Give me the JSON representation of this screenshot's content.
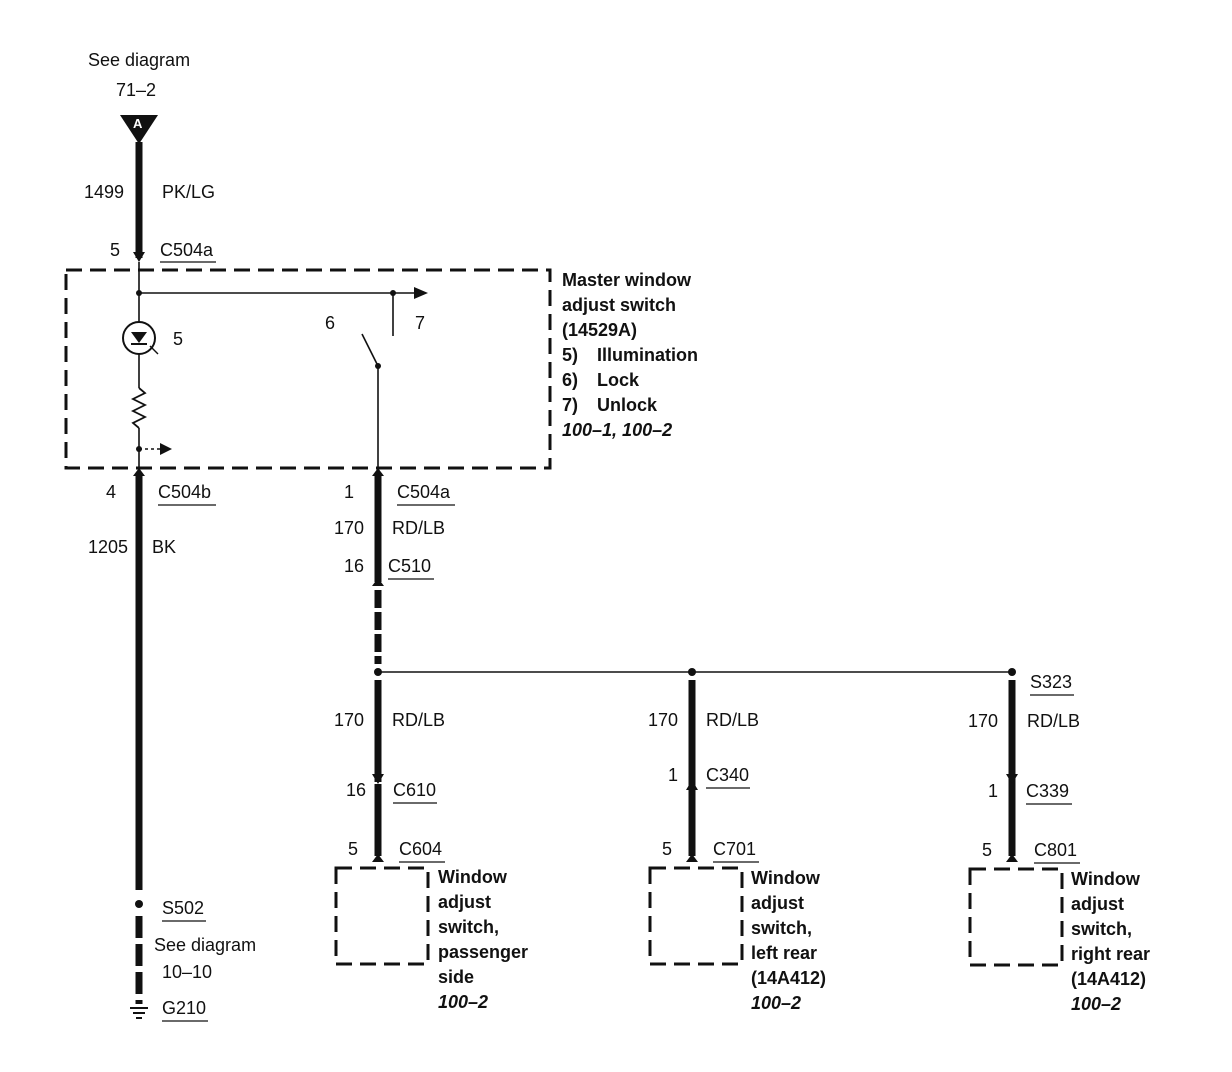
{
  "top_ref": {
    "line1": "See diagram",
    "line2": "71–2",
    "connector": "A"
  },
  "main_feed": {
    "circuit": "1499",
    "color": "PK/LG",
    "pin": "5",
    "connector": "C504a"
  },
  "master_switch": {
    "title_lines": [
      "Master window",
      "adjust switch",
      "(14529A)"
    ],
    "items": [
      {
        "num": "5)",
        "label": "Illumination"
      },
      {
        "num": "6)",
        "label": "Lock"
      },
      {
        "num": "7)",
        "label": "Unlock"
      }
    ],
    "ref": "100–1, 100–2",
    "lamp_num": "5",
    "contact6": "6",
    "contact7": "7"
  },
  "ground_branch": {
    "pin": "4",
    "connector": "C504b",
    "circuit": "1205",
    "color": "BK",
    "splice": "S502",
    "see1": "See diagram",
    "see2": "10–10",
    "ground": "G210"
  },
  "output": {
    "pin": "1",
    "connector": "C504a",
    "circuit": "170",
    "color": "RD/LB",
    "pin2": "16",
    "connector2": "C510"
  },
  "drops": [
    {
      "circuit": "170",
      "color": "RD/LB",
      "pin": "16",
      "connector": "C610",
      "pin2": "5",
      "connector2": "C604",
      "device_lines": [
        "Window",
        "adjust",
        "switch,",
        "passenger",
        "side"
      ],
      "ref": "100–2"
    },
    {
      "circuit": "170",
      "color": "RD/LB",
      "pin": "1",
      "connector": "C340",
      "pin2": "5",
      "connector2": "C701",
      "device_lines": [
        "Window",
        "adjust",
        "switch,",
        "left rear",
        "(14A412)"
      ],
      "ref": "100–2"
    },
    {
      "circuit": "170",
      "color": "RD/LB",
      "pin": "1",
      "connector": "C339",
      "pin2": "5",
      "connector2": "C801",
      "device_lines": [
        "Window",
        "adjust",
        "switch,",
        "right rear",
        "(14A412)"
      ],
      "ref": "100–2",
      "splice": "S323"
    }
  ]
}
